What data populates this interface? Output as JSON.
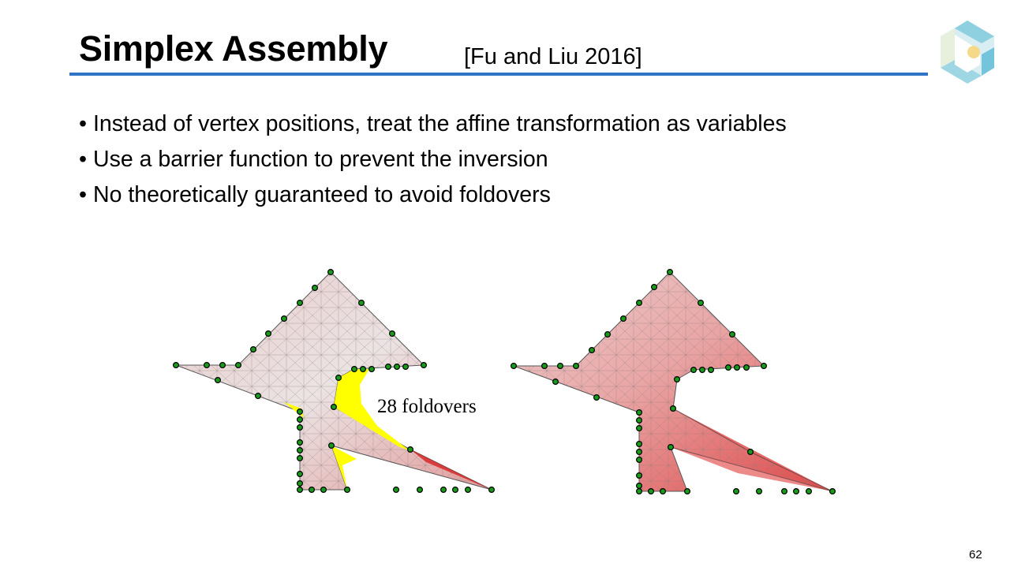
{
  "slide": {
    "title": "Simplex Assembly",
    "citation": "[Fu and Liu 2016]",
    "bullets": [
      "Instead of vertex positions, treat the affine transformation as variables",
      "Use a barrier function to prevent the inversion",
      "No theoretically guaranteed to avoid foldovers"
    ],
    "bullet_glyph": "•",
    "page_number": "62"
  },
  "figures": {
    "left": {
      "annotation": "28 foldovers",
      "foldover_count": 28
    },
    "colors": {
      "mesh_light": "#ecdcdc",
      "mesh_red": "#e03a3a",
      "foldover": "#ffff00",
      "handle": "#1a9a1a",
      "accent": "#2e73c6"
    }
  }
}
